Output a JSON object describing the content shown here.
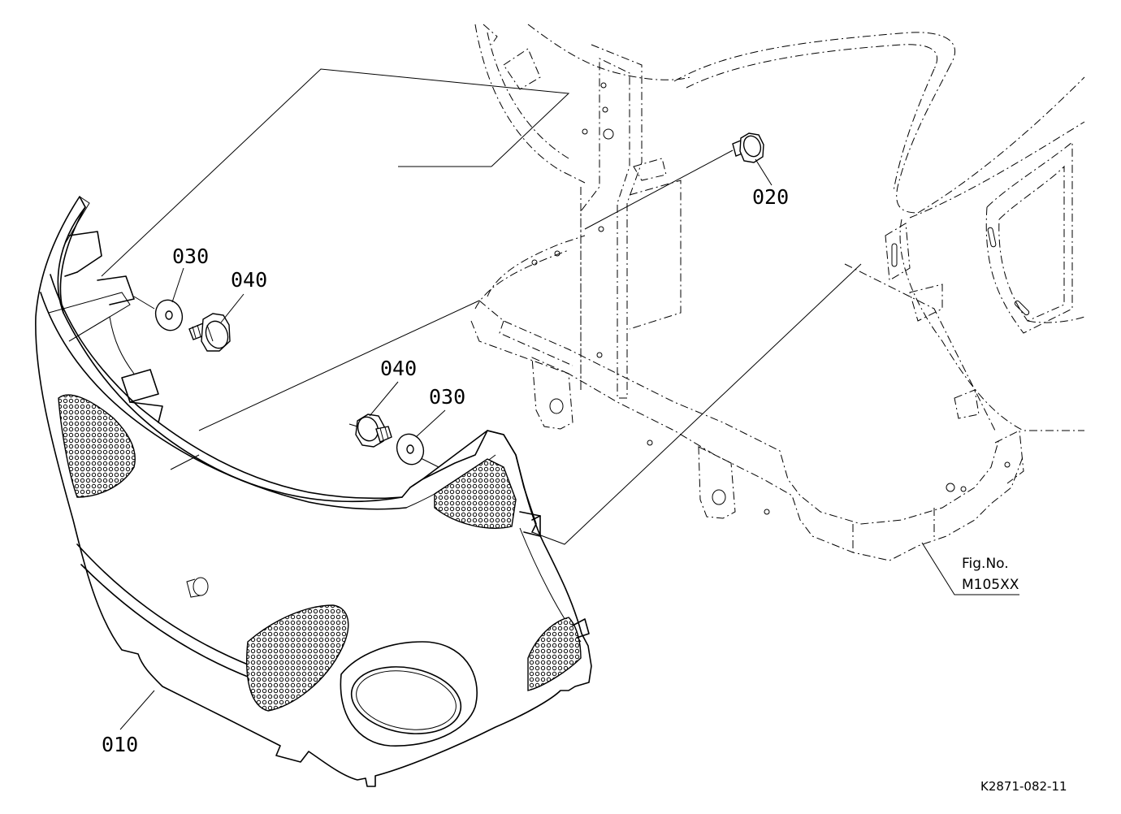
{
  "callouts": {
    "p010": "010",
    "p020": "020",
    "p030a": "030",
    "p040a": "040",
    "p040b": "040",
    "p030b": "030"
  },
  "fig_ref": {
    "line1": "Fig.No.",
    "line2": "M105XX"
  },
  "drawing_code": "K2871-082-11"
}
